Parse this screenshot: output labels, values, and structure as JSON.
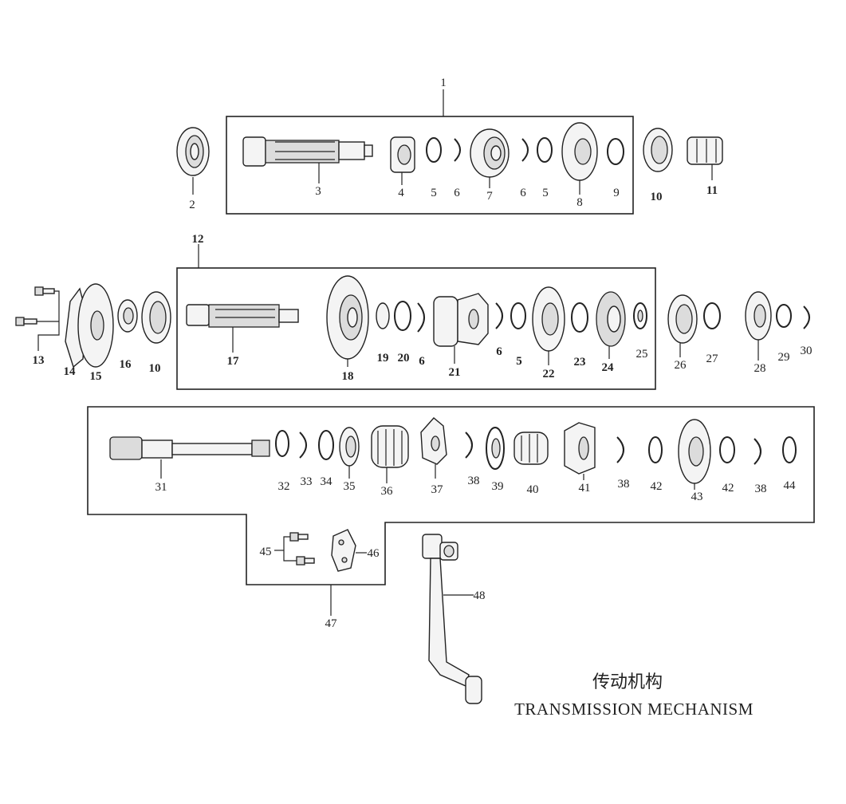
{
  "title": {
    "chinese": "传动机构",
    "english": "TRANSMISSION MECHANISM"
  },
  "labels": {
    "l1": "1",
    "l2": "2",
    "l3": "3",
    "l4": "4",
    "l5a": "5",
    "l6a": "6",
    "l7": "7",
    "l6b": "6",
    "l5b": "5",
    "l8": "8",
    "l9": "9",
    "l10a": "10",
    "l11": "11",
    "l12": "12",
    "l13": "13",
    "l14": "14",
    "l15": "15",
    "l16": "16",
    "l10b": "10",
    "l17": "17",
    "l18": "18",
    "l19": "19",
    "l20": "20",
    "l6c": "6",
    "l21": "21",
    "l6d": "6",
    "l5c": "5",
    "l22": "22",
    "l23": "23",
    "l24": "24",
    "l25": "25",
    "l26": "26",
    "l27": "27",
    "l28": "28",
    "l29": "29",
    "l30": "30",
    "l31": "31",
    "l32": "32",
    "l33": "33",
    "l34": "34",
    "l35": "35",
    "l36": "36",
    "l37": "37",
    "l38a": "38",
    "l39": "39",
    "l40": "40",
    "l41": "41",
    "l38b": "38",
    "l42a": "42",
    "l43": "43",
    "l42b": "42",
    "l38c": "38",
    "l44": "44",
    "l45": "45",
    "l46": "46",
    "l47": "47",
    "l48": "48"
  }
}
